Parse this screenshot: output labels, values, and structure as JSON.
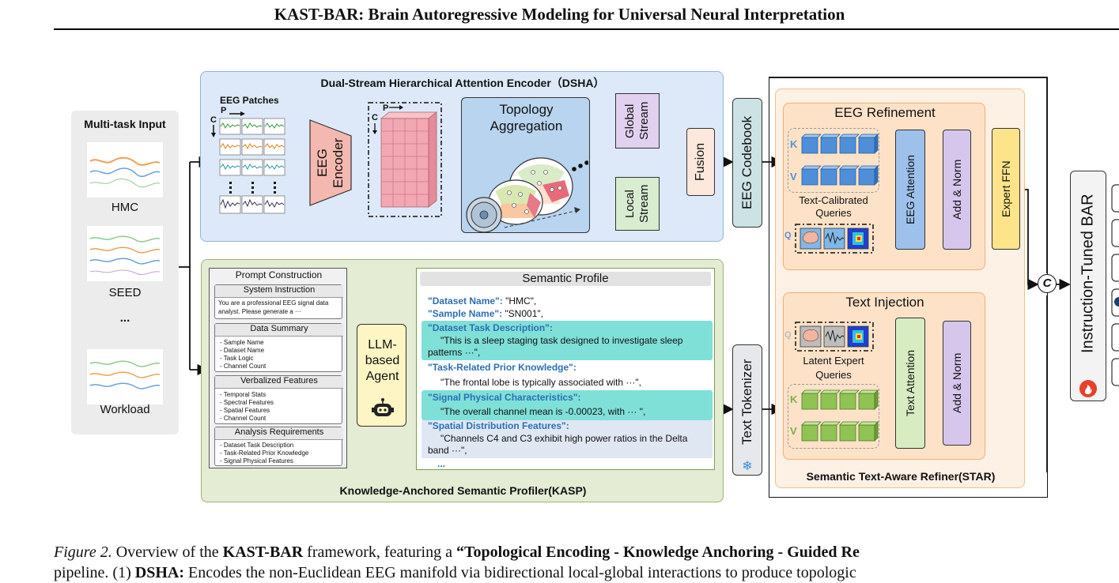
{
  "header": {
    "title": "KAST-BAR: Brain Autoregressive Modeling for Universal Neural Interpretation"
  },
  "input": {
    "title": "Multi-task Input",
    "datasets": [
      "HMC",
      "SEED",
      "...",
      "Workload"
    ]
  },
  "dsha": {
    "title": "Dual-Stream Hierarchical Attention Encoder（DSHA）",
    "patches_label": "EEG Patches",
    "p_label": "P",
    "c_label": "C",
    "encoder": "EEG\nEncoder",
    "topology": "Topology\nAggregation",
    "global_stream": "Global\nStream",
    "local_stream": "Local\nStream",
    "fusion": "Fusion"
  },
  "codebook": "EEG Codebook",
  "tokenizer": "Text Tokenizer",
  "kasp": {
    "title": "Knowledge-Anchored Semantic Profiler(KASP)",
    "prompt": {
      "title": "Prompt Construction",
      "system": {
        "title": "System Instruction",
        "text": "You are a professional EEG signal data analyst. Please generate a ···"
      },
      "data_summary": {
        "title": "Data Summary",
        "items": [
          "- Sample Name",
          "- Dataset Name",
          "- Task Logic",
          "- Channel Count"
        ]
      },
      "verbalized": {
        "title": "Verbalized Features",
        "items": [
          "- Temporal Stats",
          "- Spectral Features",
          "- Spatial Features",
          "- Channel Count"
        ]
      },
      "analysis": {
        "title": "Analysis Requirements",
        "items": [
          "- Dataset Task Description",
          "- Task-Related Prior Knowledge",
          "- Signal Physical Features"
        ]
      }
    },
    "agent": "LLM-\nbased\nAgent",
    "profile": {
      "title": "Semantic Profile",
      "dataset_name_key": "\"Dataset Name\":",
      "dataset_name_val": " \"HMC\",",
      "sample_name_key": "\"Sample Name\":",
      "sample_name_val": " \"SN001\",",
      "task_desc_key": "\"Dataset Task Description\":",
      "task_desc_val": "\"This is a sleep staging task designed to investigate sleep patterns ···\",",
      "prior_key": "\"Task-Related Prior Knowledge\":",
      "prior_val": "\"The frontal lobe is typically associated with ···\",",
      "signal_key": "\"Signal Physical Characteristics\":",
      "signal_val": "\"The overall channel mean is -0.00023, with  ··· \",",
      "spatial_key": "\"Spatial Distribution Features\":",
      "spatial_val": "\"Channels C4 and C3 exhibit high power ratios in the Delta band ···\",",
      "ellipsis": "..."
    }
  },
  "star": {
    "title": "Semantic Text-Aware Refiner(STAR)",
    "eeg_refinement": "EEG Refinement",
    "text_calibrated": "Text-Calibrated\nQueries",
    "eeg_attention": "EEG Attention",
    "add_norm": "Add & Norm",
    "expert_ffn": "Expert FFN",
    "text_injection": "Text Injection",
    "latent_queries": "Latent Expert\nQueries",
    "text_attention": "Text Attention",
    "k": "K",
    "v": "V",
    "q": "Q"
  },
  "bar": {
    "label": "Instruction-Tuned BAR",
    "concat": "C"
  },
  "caption": {
    "fig": "Figure 2.",
    "lead": " Overview of the ",
    "name": "KAST-BAR",
    "mid": " framework, featuring a ",
    "quote": "“Topological Encoding - Knowledge Anchoring - Guided Re",
    "line2a": "pipeline. (1) ",
    "line2b": "DSHA:",
    "line2c": " Encodes the non-Euclidean EEG manifold via bidirectional local-global interactions to produce topologic"
  }
}
